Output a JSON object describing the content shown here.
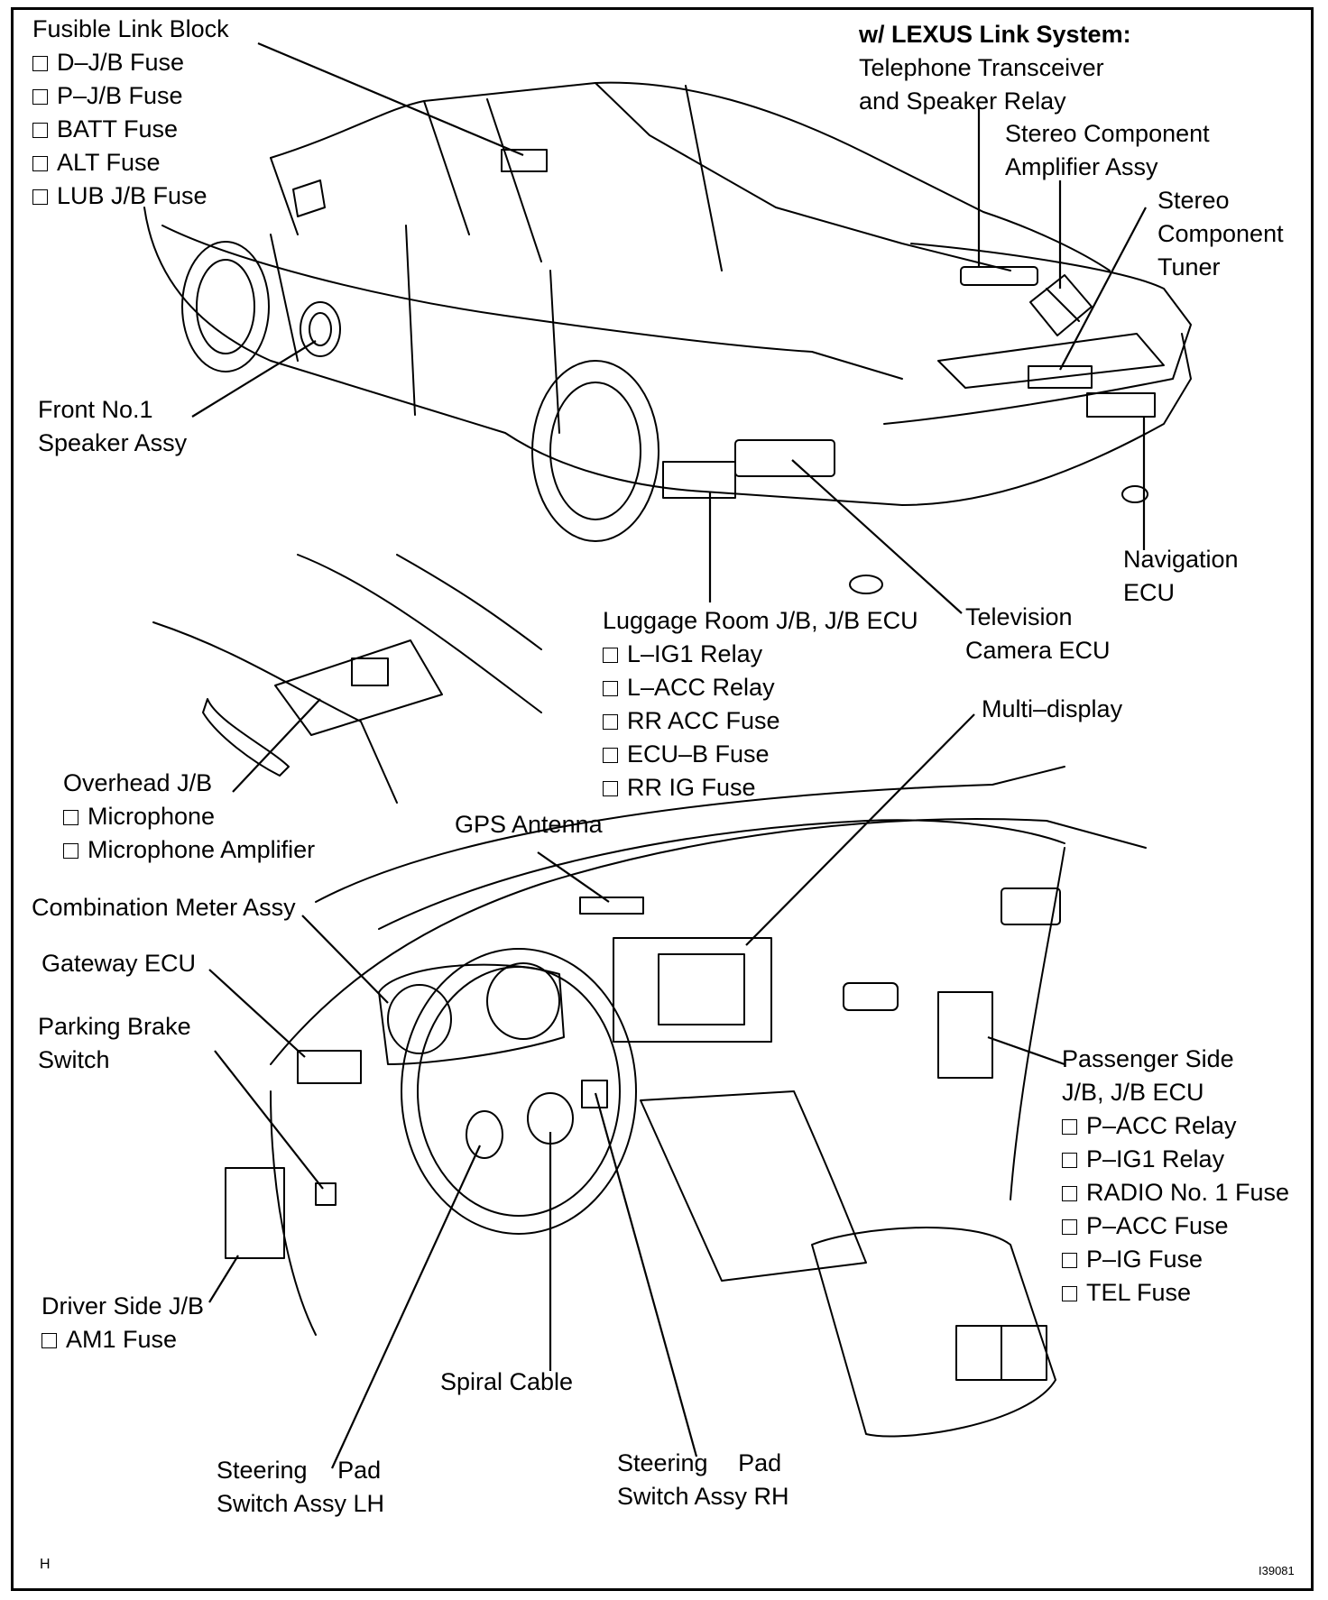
{
  "labels": {
    "fusible_link_block": {
      "title": "Fusible Link Block",
      "items": [
        "D–J/B Fuse",
        "P–J/B Fuse",
        "BATT Fuse",
        "ALT Fuse",
        "LUB J/B Fuse"
      ]
    },
    "lexus_link": {
      "heading": "w/ LEXUS Link System:",
      "lines": [
        "Telephone Transceiver",
        "and Speaker Relay"
      ]
    },
    "stereo_amplifier": {
      "lines": [
        "Stereo Component",
        "Amplifier Assy"
      ]
    },
    "stereo_tuner": {
      "lines": [
        "Stereo",
        "Component",
        "Tuner"
      ]
    },
    "front_speaker": {
      "lines": [
        "Front No.1",
        "Speaker Assy"
      ]
    },
    "navigation_ecu": {
      "lines": [
        "Navigation",
        "ECU"
      ]
    },
    "luggage_room_jb": {
      "title": "Luggage Room J/B, J/B ECU",
      "items": [
        "L–IG1 Relay",
        "L–ACC Relay",
        "RR ACC Fuse",
        "ECU–B Fuse",
        "RR IG Fuse"
      ]
    },
    "television_camera_ecu": {
      "lines": [
        "Television",
        "Camera ECU"
      ]
    },
    "multi_display": {
      "text": "Multi–display"
    },
    "overhead_jb": {
      "title": "Overhead J/B",
      "items": [
        "Microphone",
        "Microphone Amplifier"
      ]
    },
    "gps_antenna": {
      "text": "GPS Antenna"
    },
    "combination_meter": {
      "text": "Combination Meter Assy"
    },
    "gateway_ecu": {
      "text": "Gateway ECU"
    },
    "parking_brake_switch": {
      "lines": [
        "Parking Brake",
        "Switch"
      ]
    },
    "passenger_side_jb": {
      "title_lines": [
        "Passenger Side",
        "J/B, J/B ECU"
      ],
      "items": [
        "P–ACC Relay",
        "P–IG1 Relay",
        "RADIO No. 1 Fuse",
        "P–ACC Fuse",
        "P–IG Fuse",
        "TEL Fuse"
      ]
    },
    "driver_side_jb": {
      "title": "Driver Side J/B",
      "items": [
        "AM1 Fuse"
      ]
    },
    "spiral_cable": {
      "text": "Spiral Cable"
    },
    "steering_pad_lh": {
      "lines": [
        "Steering Pad",
        "Switch Assy LH"
      ]
    },
    "steering_pad_rh": {
      "lines": [
        "Steering Pad",
        "Switch Assy RH"
      ]
    }
  },
  "footer": {
    "left_mark": "H",
    "figure_id": "I39081"
  }
}
